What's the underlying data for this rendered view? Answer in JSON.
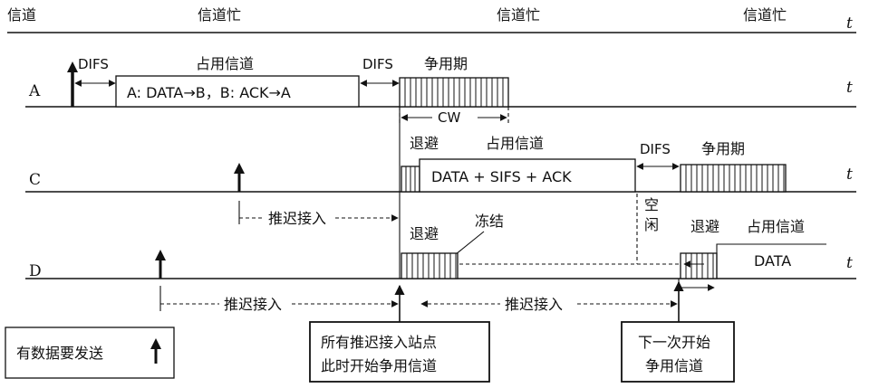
{
  "channel_row": {
    "label": "信道",
    "busy_labels": [
      "信道忙",
      "信道忙",
      "信道忙"
    ],
    "axis_symbol": "t"
  },
  "row_a": {
    "label": "A",
    "difs_1": "DIFS",
    "occupy_label": "占用信道",
    "frame_text": "A: DATA→B，B: ACK→A",
    "difs_2": "DIFS",
    "contention_label": "争用期",
    "cw_label": "CW",
    "axis_symbol": "t"
  },
  "row_c": {
    "label": "C",
    "backoff_label": "退避",
    "occupy_label": "占用信道",
    "frame_text": "DATA + SIFS + ACK",
    "difs_label": "DIFS",
    "contention_label": "争用期",
    "defer_label": "推迟接入",
    "axis_symbol": "t"
  },
  "row_d": {
    "label": "D",
    "backoff_label": "退避",
    "freeze_label": "冻结",
    "idle_label_1": "空",
    "idle_label_2": "闲",
    "backoff_label_2": "退避",
    "occupy_label": "占用信道",
    "frame_text": "DATA",
    "defer_label_1": "推迟接入",
    "defer_label_2": "推迟接入",
    "axis_symbol": "t"
  },
  "legend": {
    "text": "有数据要发送"
  },
  "callouts": {
    "start_contention_line1": "所有推迟接入站点",
    "start_contention_line2": "此时开始争用信道",
    "next_contention_line1": "下一次开始",
    "next_contention_line2": "争用信道"
  }
}
